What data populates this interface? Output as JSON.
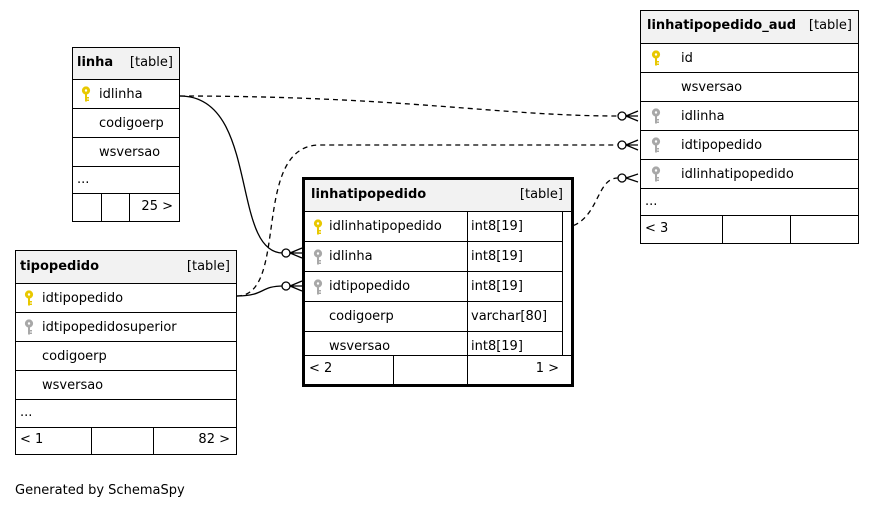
{
  "tables": {
    "linha": {
      "name": "linha",
      "type": "[table]",
      "columns": [
        {
          "name": "idlinha",
          "key": "primary"
        },
        {
          "name": "codigoerp",
          "key": ""
        },
        {
          "name": "wsversao",
          "key": ""
        }
      ],
      "ellipsis": "...",
      "footer": {
        "children": "",
        "parents": "25 >"
      }
    },
    "tipopedido": {
      "name": "tipopedido",
      "type": "[table]",
      "columns": [
        {
          "name": "idtipopedido",
          "key": "primary"
        },
        {
          "name": "idtipopedidosuperior",
          "key": "foreign"
        },
        {
          "name": "codigoerp",
          "key": ""
        },
        {
          "name": "wsversao",
          "key": ""
        }
      ],
      "ellipsis": "...",
      "footer": {
        "children": "< 1",
        "parents": "82 >"
      }
    },
    "linhatipopedido": {
      "name": "linhatipopedido",
      "type": "[table]",
      "columns": [
        {
          "name": "idlinhatipopedido",
          "datatype": "int8[19]",
          "key": "primary"
        },
        {
          "name": "idlinha",
          "datatype": "int8[19]",
          "key": "foreign"
        },
        {
          "name": "idtipopedido",
          "datatype": "int8[19]",
          "key": "foreign"
        },
        {
          "name": "codigoerp",
          "datatype": "varchar[80]",
          "key": ""
        },
        {
          "name": "wsversao",
          "datatype": "int8[19]",
          "key": ""
        }
      ],
      "footer": {
        "children": "< 2",
        "parents": "1 >"
      }
    },
    "linhatipopedido_aud": {
      "name": "linhatipopedido_aud",
      "type": "[table]",
      "columns": [
        {
          "name": "id",
          "key": "primary"
        },
        {
          "name": "wsversao",
          "key": ""
        },
        {
          "name": "idlinha",
          "key": "foreign"
        },
        {
          "name": "idtipopedido",
          "key": "foreign"
        },
        {
          "name": "idlinhatipopedido",
          "key": "foreign"
        }
      ],
      "ellipsis": "...",
      "footer": {
        "children": "< 3",
        "parents": ""
      }
    }
  },
  "key_colors": {
    "primary": "#e8c800",
    "foreign": "#a8a8a8"
  },
  "footnote": "Generated by SchemaSpy"
}
